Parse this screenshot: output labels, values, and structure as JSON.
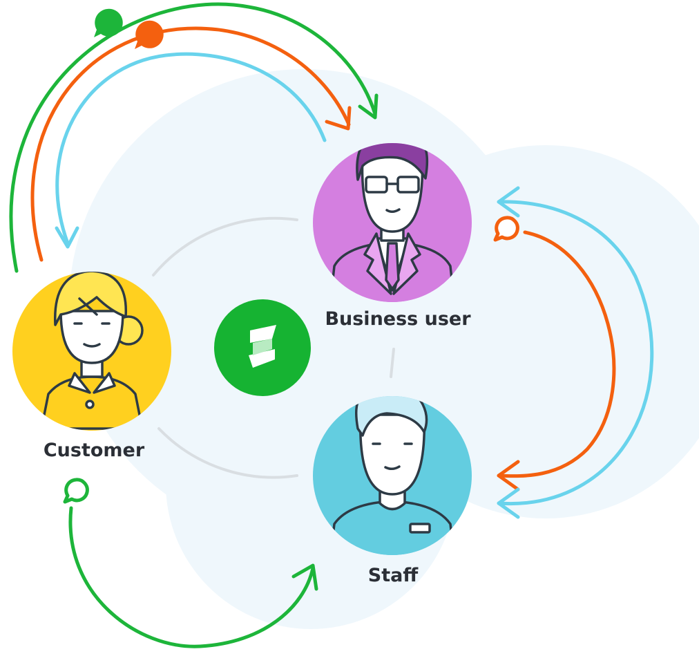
{
  "nodes": {
    "customer": {
      "label": "Customer",
      "color": "#FFD01F"
    },
    "business_user": {
      "label": "Business user",
      "color": "#D47FE0"
    },
    "staff": {
      "label": "Staff",
      "color": "#63CDE0"
    }
  },
  "hub": {
    "icon": "lightning-logo-icon",
    "color": "#16B332"
  },
  "colors": {
    "green": "#1DB53A",
    "orange": "#F4600F",
    "light_blue": "#69D3EC",
    "background_blob": "#EFF7FC",
    "connector_gray": "#D9DEE2",
    "outline": "#2D3A45"
  },
  "flows": [
    {
      "from": "customer",
      "to": "business_user",
      "color": "green",
      "icon": "speech-bubble-icon"
    },
    {
      "from": "customer",
      "to": "business_user",
      "color": "orange",
      "icon": "speech-bubble-icon"
    },
    {
      "from": "business_user",
      "to": "customer",
      "color": "light_blue"
    },
    {
      "from": "business_user",
      "to": "staff",
      "color": "orange",
      "icon": "speech-bubble-icon"
    },
    {
      "from": "staff",
      "to": "business_user",
      "color": "light_blue"
    },
    {
      "from": "customer",
      "to": "staff",
      "color": "green",
      "icon": "speech-bubble-icon"
    }
  ]
}
